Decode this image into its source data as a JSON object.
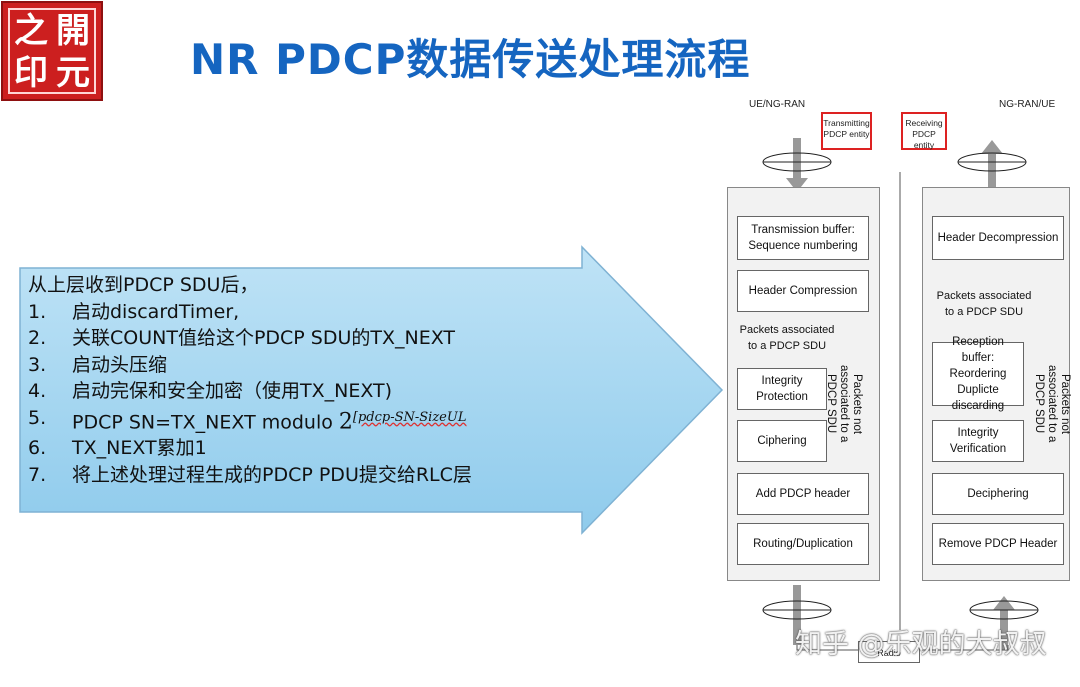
{
  "logo": {
    "chars": [
      "之",
      "開",
      "印",
      "元"
    ]
  },
  "title": "NR PDCP数据传送处理流程",
  "steps_header": "从上层收到PDCP SDU后，",
  "steps": [
    {
      "num": "1.",
      "text": "启动discardTimer,"
    },
    {
      "num": "2.",
      "text": "关联COUNT值给这个PDCP SDU的TX_NEXT"
    },
    {
      "num": "3.",
      "text": "启动头压缩"
    },
    {
      "num": "4.",
      "text": "启动完保和安全加密（使用TX_NEXT)"
    },
    {
      "num": "5.",
      "text": "PDCP SN=TX_NEXT modulo ",
      "base": "2",
      "sup": "[pdcp-SN-SizeUL"
    },
    {
      "num": "6.",
      "text": "TX_NEXT累加1"
    },
    {
      "num": "7.",
      "text": "将上述处理过程生成的PDCP PDU提交给RLC层"
    }
  ],
  "diagram": {
    "left_title": "UE/NG-RAN",
    "right_title": "NG-RAN/UE",
    "tx_entity": "Transmitting\nPDCP  entity",
    "rx_entity": "Receiving\nPDCP  entity",
    "tx_boxes": [
      "Transmission buffer:\nSequence numbering",
      "Header Compression",
      "Integrity Protection",
      "Ciphering",
      "Add PDCP header",
      "Routing/Duplication"
    ],
    "rx_boxes": [
      "Header Decompression",
      "Reception buffer:\nReordering\nDuplicte discarding",
      "Integrity Verification",
      "Deciphering",
      "Remove PDCP Header"
    ],
    "tx_assoc": "Packets associated\nto a PDCP SDU",
    "rx_assoc": "Packets associated\nto a PDCP SDU",
    "tx_not_assoc": "Packets not\nassociated to a\nPDCP SDU",
    "rx_not_assoc": "Packets not\nassociated to a\nPDCP SDU",
    "radio_interface": "Radio Interface (Uu)"
  },
  "watermark": "知乎 @乐观的大叔叔",
  "colors": {
    "title": "#1565c0",
    "arrow_fill": "#9fd3ef",
    "logo": "#cc1f1f",
    "entity_border": "#dd2222"
  }
}
